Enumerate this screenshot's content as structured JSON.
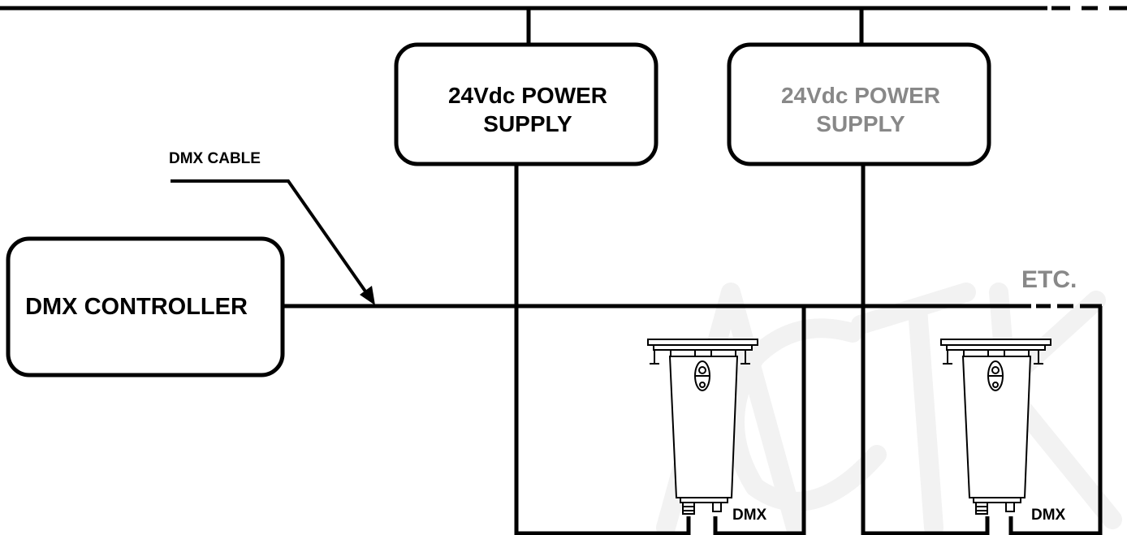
{
  "labels": {
    "controller": "DMX CONTROLLER",
    "dmx_cable": "DMX CABLE",
    "power_supply_1_line1": "24Vdc POWER",
    "power_supply_1_line2": "SUPPLY",
    "power_supply_2_line1": "24Vdc POWER",
    "power_supply_2_line2": "SUPPLY",
    "etc": "ETC.",
    "fixture_1_dmx": "DMX",
    "fixture_2_dmx": "DMX",
    "watermark": "ACTK"
  },
  "colors": {
    "line": "#000000",
    "muted_text": "#888888",
    "watermark": "#f2f2f2",
    "background": "#ffffff"
  },
  "icons": {
    "fixture": "recessed-uplight-fixture-icon"
  }
}
